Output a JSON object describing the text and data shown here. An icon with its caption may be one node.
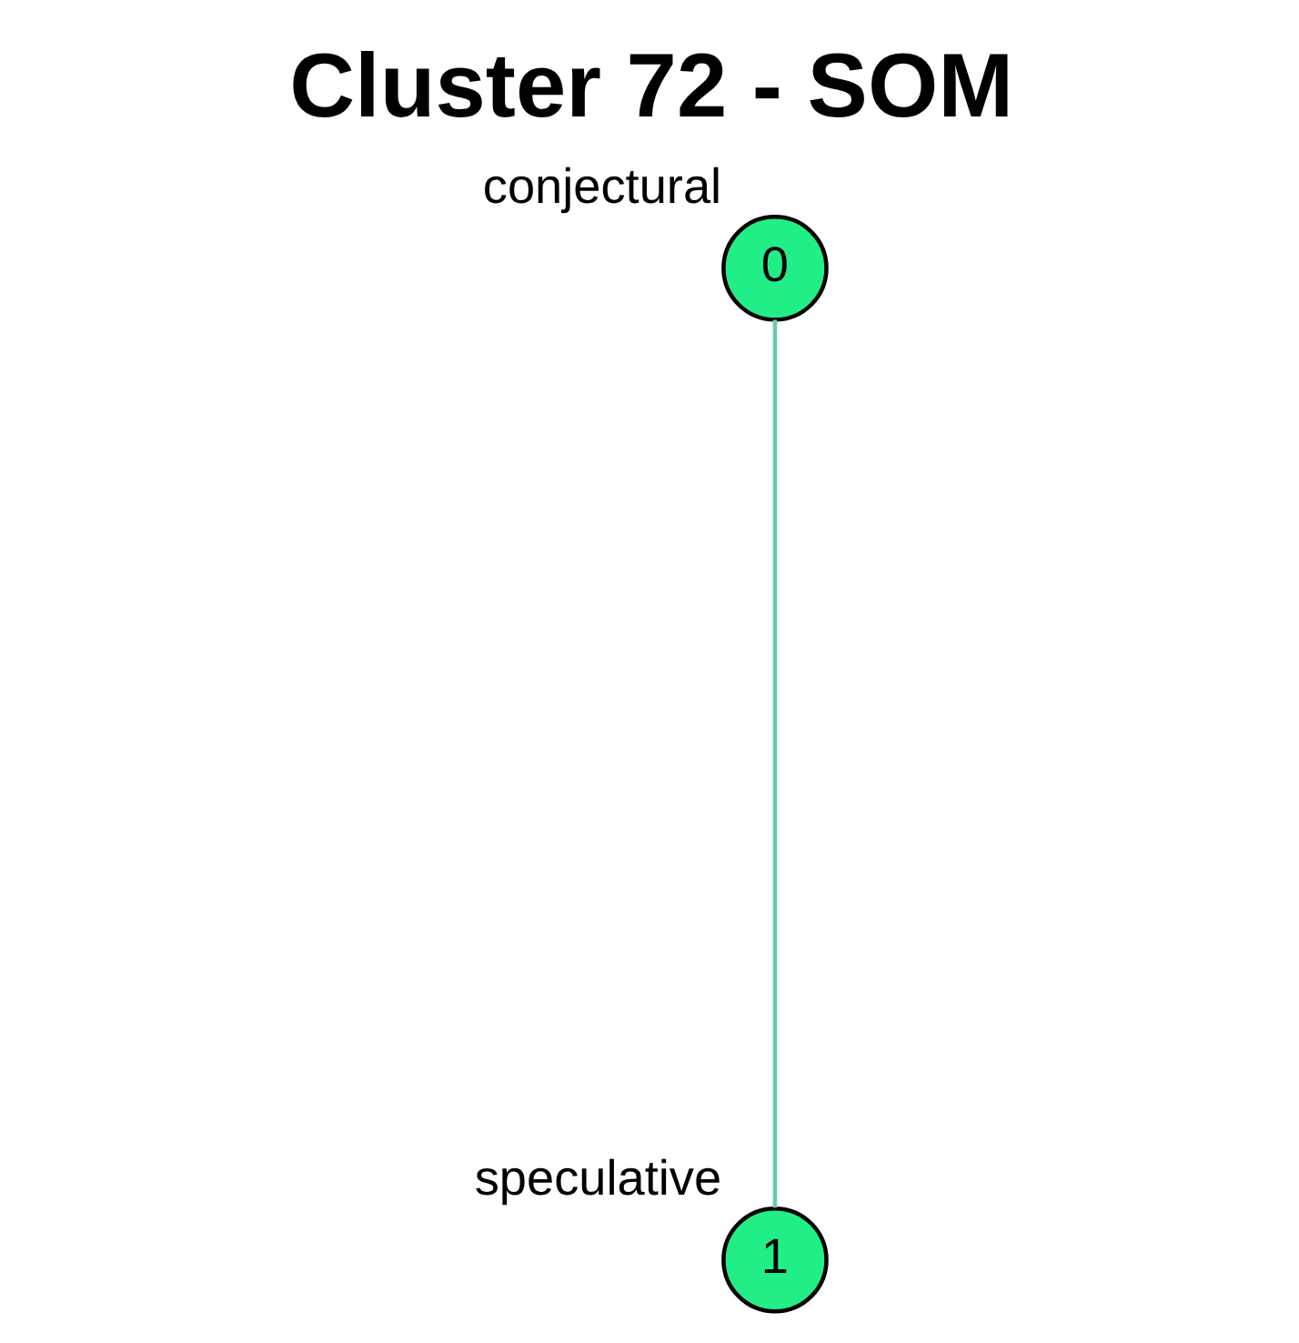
{
  "diagram": {
    "title": "Cluster 72 - SOM",
    "nodes": [
      {
        "text": [
          "0"
        ],
        "beside": [
          "conjectural"
        ]
      },
      {
        "text": [
          "1"
        ],
        "beside": [
          "speculative"
        ]
      }
    ],
    "edges": [
      {
        "from": 0,
        "to": 1,
        "arrow": "none"
      }
    ]
  }
}
